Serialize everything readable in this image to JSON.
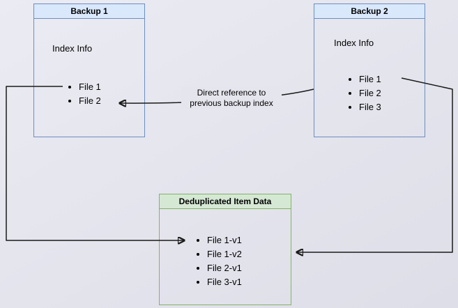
{
  "canvas": {
    "background": "#e5e5ee"
  },
  "boxes": {
    "backup1": {
      "title": "Backup 1",
      "subtitle": "Index Info",
      "items": [
        "File 1",
        "File 2"
      ],
      "border_color": "#6c8ebf",
      "header_fill": "#dae8fc"
    },
    "backup2": {
      "title": "Backup 2",
      "subtitle": "Index Info",
      "items": [
        "File 1",
        "File 2",
        "File 3"
      ],
      "border_color": "#6c8ebf",
      "header_fill": "#dae8fc"
    },
    "dedup": {
      "title": "Deduplicated Item Data",
      "items": [
        "File 1-v1",
        "File 1-v2",
        "File 2-v1",
        "File 3-v1"
      ],
      "border_color": "#82b366",
      "header_fill": "#d5e8d4"
    }
  },
  "edges": {
    "direct_reference_label": "Direct reference to previous backup index",
    "arrow_color": "#1a1a1a"
  }
}
